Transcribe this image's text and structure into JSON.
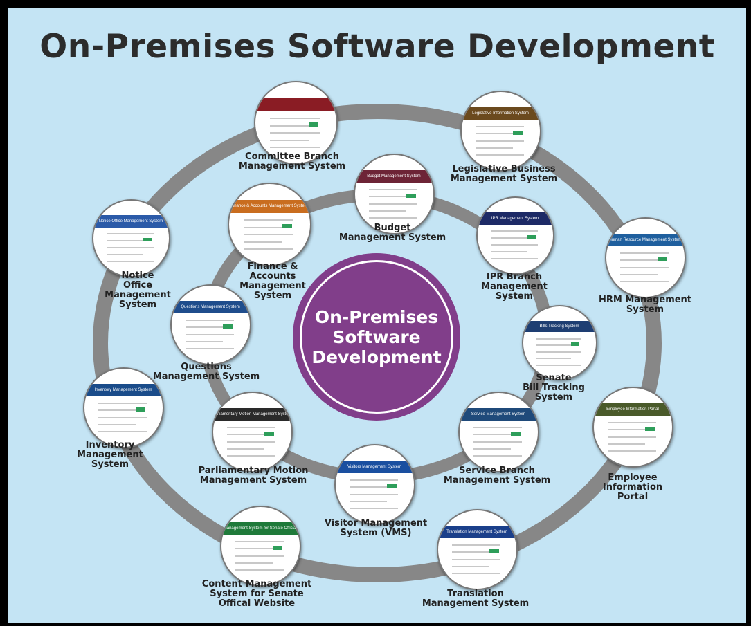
{
  "title": "On-Premises Software Development",
  "center": [
    "On-Premises",
    "Software",
    "Development"
  ],
  "colors": {
    "background": "#c4e4f4",
    "center_fill": "#813e8a",
    "ring": "#878787"
  },
  "systems": [
    {
      "id": "committee-branch",
      "screen_title": "",
      "bar_color": "#8a1c24",
      "label": [
        "Committee Branch",
        "Management System"
      ]
    },
    {
      "id": "legislative-business",
      "screen_title": "Legislative Information System",
      "bar_color": "#6b4a1e",
      "label": [
        "Legislative Business",
        "Management System"
      ]
    },
    {
      "id": "budget",
      "screen_title": "Budget Management System",
      "bar_color": "#6d2436",
      "label": [
        "Budget",
        "Management System"
      ]
    },
    {
      "id": "finance-accounts",
      "screen_title": "Finance & Accounts Management System",
      "bar_color": "#c96d1f",
      "label": [
        "Finance &",
        "Accounts",
        "Management",
        "System"
      ]
    },
    {
      "id": "ipr-branch",
      "screen_title": "IPR Management System",
      "bar_color": "#1d2a66",
      "label": [
        "IPR Branch",
        "Management",
        "System"
      ]
    },
    {
      "id": "hrm",
      "screen_title": "Human Resource Management System",
      "bar_color": "#1f5f9e",
      "label": [
        "HRM Management",
        "System"
      ]
    },
    {
      "id": "notice-office",
      "screen_title": "Notice Office Management System",
      "bar_color": "#2b5aa8",
      "label": [
        "Notice",
        "Office",
        "Management",
        "System"
      ]
    },
    {
      "id": "questions",
      "screen_title": "Questions Management System",
      "bar_color": "#1f4d8c",
      "label": [
        "Questions",
        "Management System"
      ]
    },
    {
      "id": "senate-bill-tracking",
      "screen_title": "Bills Tracking System",
      "bar_color": "#1e3e72",
      "label": [
        "Senate",
        "Bill Tracking",
        "System"
      ]
    },
    {
      "id": "inventory",
      "screen_title": "Inventory Management System",
      "bar_color": "#1a4c8a",
      "label": [
        "Inventory",
        "Management",
        "System"
      ]
    },
    {
      "id": "parliamentary-motion",
      "screen_title": "Parliamentary Motion Management System",
      "bar_color": "#2a2a2a",
      "label": [
        "Parliamentary Motion",
        "Management System"
      ]
    },
    {
      "id": "service-branch",
      "screen_title": "Service Management System",
      "bar_color": "#1f4a7a",
      "label": [
        "Service Branch",
        "Management System"
      ]
    },
    {
      "id": "employee-information",
      "screen_title": "Employee Information Portal",
      "bar_color": "#4a5a2a",
      "label": [
        "Employee",
        "Information",
        "Portal"
      ]
    },
    {
      "id": "visitor",
      "screen_title": "Visitors Management System",
      "bar_color": "#1a4fa0",
      "label": [
        "Visitor Management",
        "System (VMS)"
      ]
    },
    {
      "id": "content-management",
      "screen_title": "Content Management System for Senate Official Website",
      "bar_color": "#1f7a3a",
      "label": [
        "Content Management",
        "System for Senate",
        "Offical Website"
      ]
    },
    {
      "id": "translation",
      "screen_title": "Translation Management System",
      "bar_color": "#1a3f8a",
      "label": [
        "Translation",
        "Management System"
      ]
    }
  ]
}
